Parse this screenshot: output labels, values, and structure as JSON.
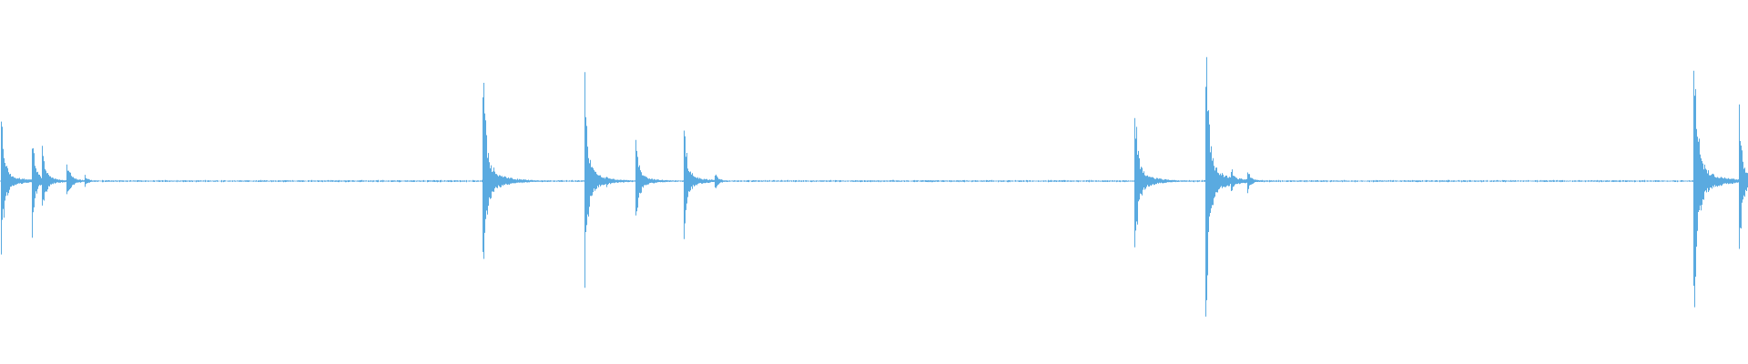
{
  "waveform": {
    "color": "#5aaae0",
    "background": "#ffffff",
    "duration_units": 1000,
    "noise_floor": 0.008,
    "transients": [
      {
        "t": 0.6,
        "amp": 0.5,
        "decay": 10
      },
      {
        "t": 18.5,
        "amp": 0.36,
        "decay": 8
      },
      {
        "t": 24.0,
        "amp": 0.25,
        "decay": 10
      },
      {
        "t": 38.0,
        "amp": 0.13,
        "decay": 12
      },
      {
        "t": 48.5,
        "amp": 0.04,
        "decay": 9
      },
      {
        "t": 275.9,
        "amp": 0.84,
        "decay": 11
      },
      {
        "t": 282.5,
        "amp": 0.09,
        "decay": 10
      },
      {
        "t": 334.2,
        "amp": 0.76,
        "decay": 10
      },
      {
        "t": 347.0,
        "amp": 0.04,
        "decay": 7
      },
      {
        "t": 363.4,
        "amp": 0.36,
        "decay": 10
      },
      {
        "t": 391.0,
        "amp": 0.43,
        "decay": 10
      },
      {
        "t": 409.0,
        "amp": 0.06,
        "decay": 10
      },
      {
        "t": 648.8,
        "amp": 0.66,
        "decay": 10
      },
      {
        "t": 689.6,
        "amp": 0.98,
        "decay": 11
      },
      {
        "t": 704.0,
        "amp": 0.11,
        "decay": 9
      },
      {
        "t": 713.5,
        "amp": 0.09,
        "decay": 9
      },
      {
        "t": 968.8,
        "amp": 1.0,
        "decay": 12
      },
      {
        "t": 994.8,
        "amp": 0.54,
        "decay": 9
      }
    ]
  }
}
